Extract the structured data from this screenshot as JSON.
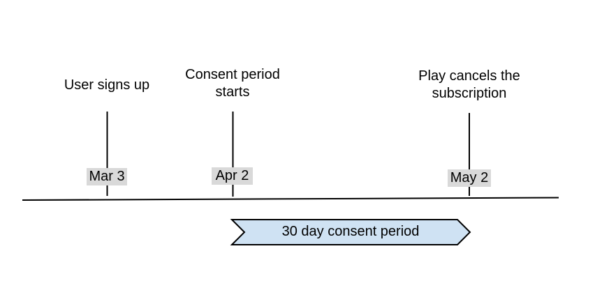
{
  "colors": {
    "banner_fill": "#cfe2f3",
    "banner_border": "#000000",
    "date_label_bg": "#d9d9d9",
    "line": "#000000",
    "text": "#000000"
  },
  "events": [
    {
      "name": "user-signs-up",
      "lines": [
        "User signs up"
      ],
      "date": "Mar 3"
    },
    {
      "name": "consent-period-starts",
      "lines": [
        "Consent period",
        "starts"
      ],
      "date": "Apr 2"
    },
    {
      "name": "play-cancels-subscription",
      "lines": [
        "Play cancels the",
        "subscription"
      ],
      "date": "May 2"
    }
  ],
  "banner": {
    "label": "30 day consent period"
  }
}
